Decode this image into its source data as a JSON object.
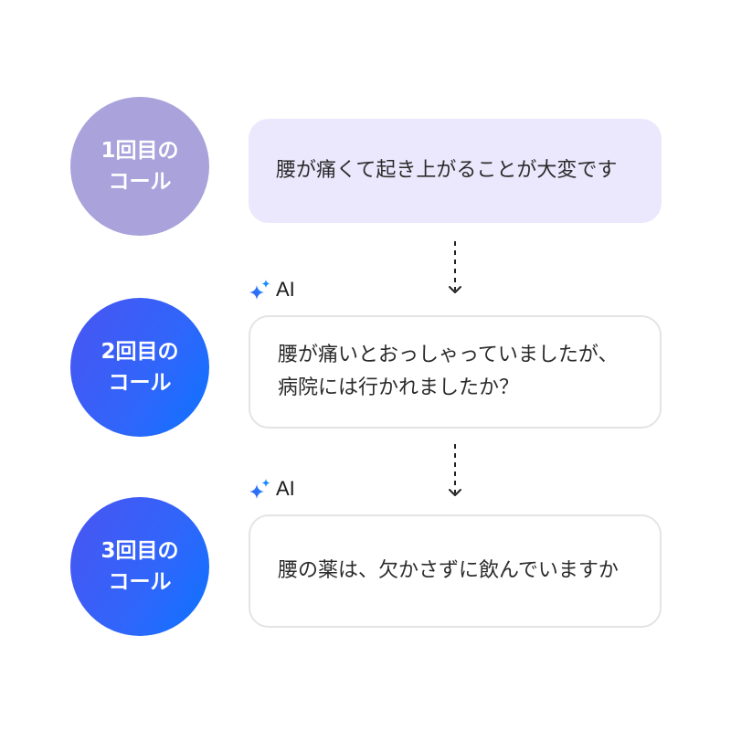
{
  "steps": [
    {
      "call_label_line1": "1回目の",
      "call_label_line2": "コール",
      "speaker": "",
      "message": "腰が痛くて起き上がることが大変です"
    },
    {
      "call_label_line1": "2回目の",
      "call_label_line2": "コール",
      "speaker": "AI",
      "message": "腰が痛いとおっしゃっていましたが、病院には行かれましたか？"
    },
    {
      "call_label_line1": "3回目の",
      "call_label_line2": "コール",
      "speaker": "AI",
      "message": "腰の薬は、欠かさずに飲んでいますか"
    }
  ],
  "colors": {
    "first_call": "#a9a2db",
    "ai_call_gradient_start": "#4a54f1",
    "ai_call_gradient_end": "#0b74ff",
    "user_bubble": "#ebe8fd",
    "ai_bubble_border": "#e4e4e4"
  },
  "icons": {
    "ai_badge": "sparkle-icon",
    "connector": "dashed-arrow-down-icon"
  }
}
